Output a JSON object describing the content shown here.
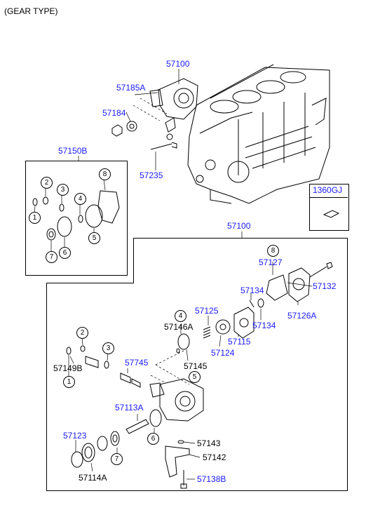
{
  "colors": {
    "callout": "#1a1aff",
    "ink": "#000000"
  },
  "header": {
    "title": "(GEAR TYPE)"
  },
  "parts": {
    "p57100_top": "57100",
    "p57185A": "57185A",
    "p57184": "57184",
    "p57150B": "57150B",
    "p57235": "57235",
    "p1360GJ": "1360GJ",
    "p57100_box": "57100",
    "p57127": "57127",
    "p57132": "57132",
    "p57134_a": "57134",
    "p57134_b": "57134",
    "p57126A": "57126A",
    "p57125": "57125",
    "p57146A": "57146A",
    "p57124": "57124",
    "p57115": "57115",
    "p57149B": "57149B",
    "p57745": "57745",
    "p57145": "57145",
    "p57113A": "57113A",
    "p57123": "57123",
    "p57143": "57143",
    "p57142": "57142",
    "p57114A": "57114A",
    "p57138B": "57138B"
  },
  "callouts": {
    "c1": "1",
    "c2": "2",
    "c3": "3",
    "c4": "4",
    "c5": "5",
    "c6": "6",
    "c7": "7",
    "c8": "8"
  }
}
